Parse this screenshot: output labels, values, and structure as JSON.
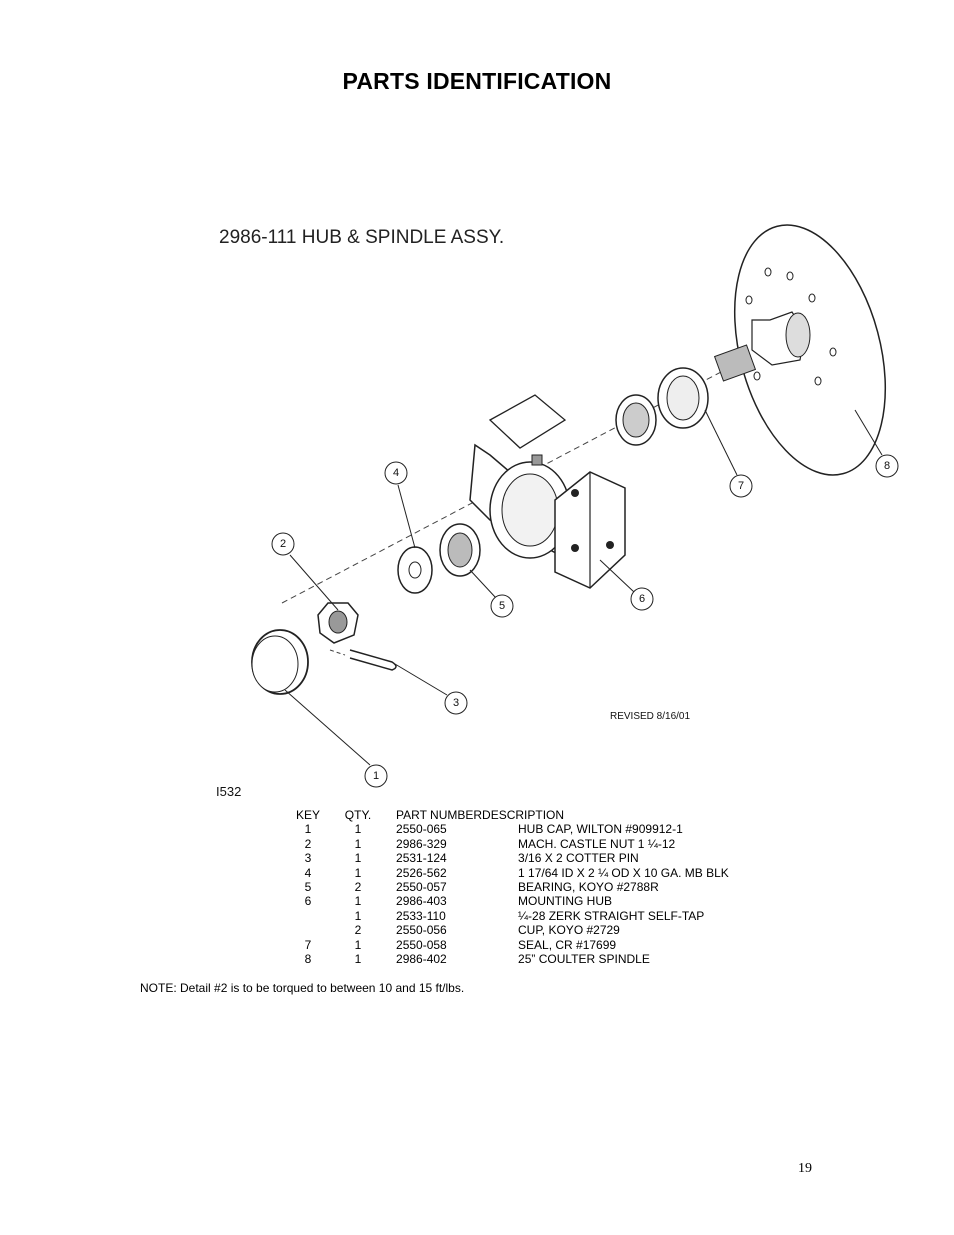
{
  "page": {
    "title": "PARTS IDENTIFICATION",
    "page_number": "19",
    "note": "NOTE:  Detail #2 is to be torqued to between 10 and 15 ft/lbs."
  },
  "diagram": {
    "title": "2986-111 HUB & SPINDLE ASSY.",
    "revised": "REVISED 8/16/01",
    "drawing_id": "I532",
    "callouts": [
      "1",
      "2",
      "3",
      "4",
      "5",
      "6",
      "7",
      "8"
    ]
  },
  "table": {
    "headers": {
      "key": "KEY",
      "qty": "QTY.",
      "part": "PART NUMBER",
      "desc": "DESCRIPTION"
    },
    "rows": [
      {
        "key": "1",
        "qty": "1",
        "part": "2550-065",
        "desc": "HUB CAP, WILTON #909912-1"
      },
      {
        "key": "2",
        "qty": "1",
        "part": "2986-329",
        "desc": "MACH. CASTLE NUT 1 ¼-12"
      },
      {
        "key": "3",
        "qty": "1",
        "part": "2531-124",
        "desc": "3/16 X 2 COTTER PIN"
      },
      {
        "key": "4",
        "qty": "1",
        "part": "2526-562",
        "desc": "1 17/64 ID X 2 ¼ OD X 10 GA. MB BLK"
      },
      {
        "key": "5",
        "qty": "2",
        "part": "2550-057",
        "desc": "BEARING, KOYO #2788R"
      },
      {
        "key": "6",
        "qty": "1",
        "part": "2986-403",
        "desc": "MOUNTING HUB"
      },
      {
        "key": "",
        "qty": "1",
        "part": "2533-110",
        "desc": "¼-28 ZERK STRAIGHT SELF-TAP"
      },
      {
        "key": "",
        "qty": "2",
        "part": "2550-056",
        "desc": "CUP, KOYO #2729"
      },
      {
        "key": "7",
        "qty": "1",
        "part": "2550-058",
        "desc": "SEAL, CR #17699"
      },
      {
        "key": "8",
        "qty": "1",
        "part": "2986-402",
        "desc": "25” COULTER SPINDLE"
      }
    ]
  }
}
